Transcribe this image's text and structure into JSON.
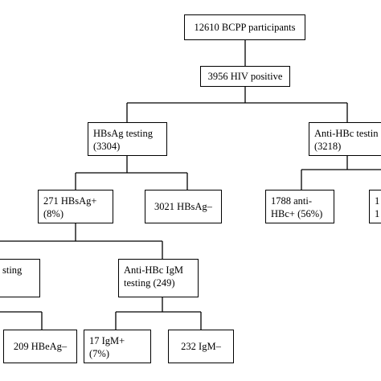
{
  "flowchart": {
    "participants": "12610 BCPP participants",
    "hiv_positive": "3956 HIV positive",
    "hbsag_testing": "HBsAg testing\n(3304)",
    "anti_hbc_testing": "Anti-HBc testin\n(3218)",
    "hbsag_pos": "271 HBsAg+\n(8%)",
    "hbsag_neg": "3021 HBsAg–",
    "anti_hbc_pos": "1788 anti-\nHBc+ (56%)",
    "anti_hbc_neg_partial": "1\n1",
    "hbeag_testing_partial": "sting",
    "igm_testing": "Anti-HBc IgM\ntesting (249)",
    "hbeag_neg": "209 HBeAg–",
    "igm_pos": "17 IgM+\n(7%)",
    "igm_neg": "232 IgM–"
  }
}
